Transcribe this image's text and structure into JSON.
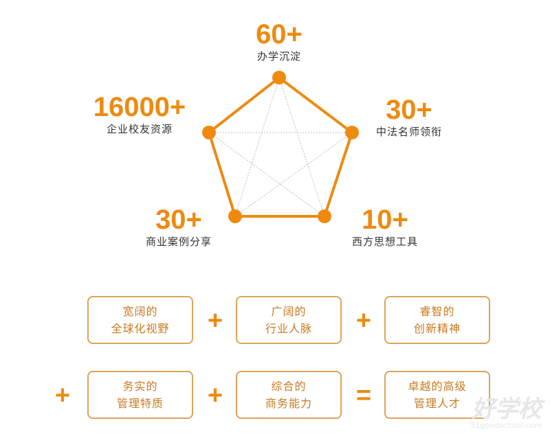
{
  "colors": {
    "accent": "#ee8a10",
    "box_border": "#dba35a",
    "box_text": "#c87a1e"
  },
  "stats": [
    {
      "value": "60+",
      "label": "办学沉淀"
    },
    {
      "value": "30+",
      "label": "中法名师领衔"
    },
    {
      "value": "10+",
      "label": "西方思想工具"
    },
    {
      "value": "30+",
      "label": "商业案例分享"
    },
    {
      "value": "16000+",
      "label": "企业校友资源"
    }
  ],
  "boxes": [
    {
      "line1": "宽阔的",
      "line2": "全球化视野"
    },
    {
      "line1": "广阔的",
      "line2": "行业人脉"
    },
    {
      "line1": "睿智的",
      "line2": "创新精神"
    },
    {
      "line1": "务实的",
      "line2": "管理特质"
    },
    {
      "line1": "综合的",
      "line2": "商务能力"
    },
    {
      "line1": "卓越的高级",
      "line2": "管理人才"
    }
  ],
  "operators": {
    "plus": "+",
    "equals": "="
  },
  "watermark": {
    "brand": "好学校",
    "url": "51goodschool.com"
  }
}
